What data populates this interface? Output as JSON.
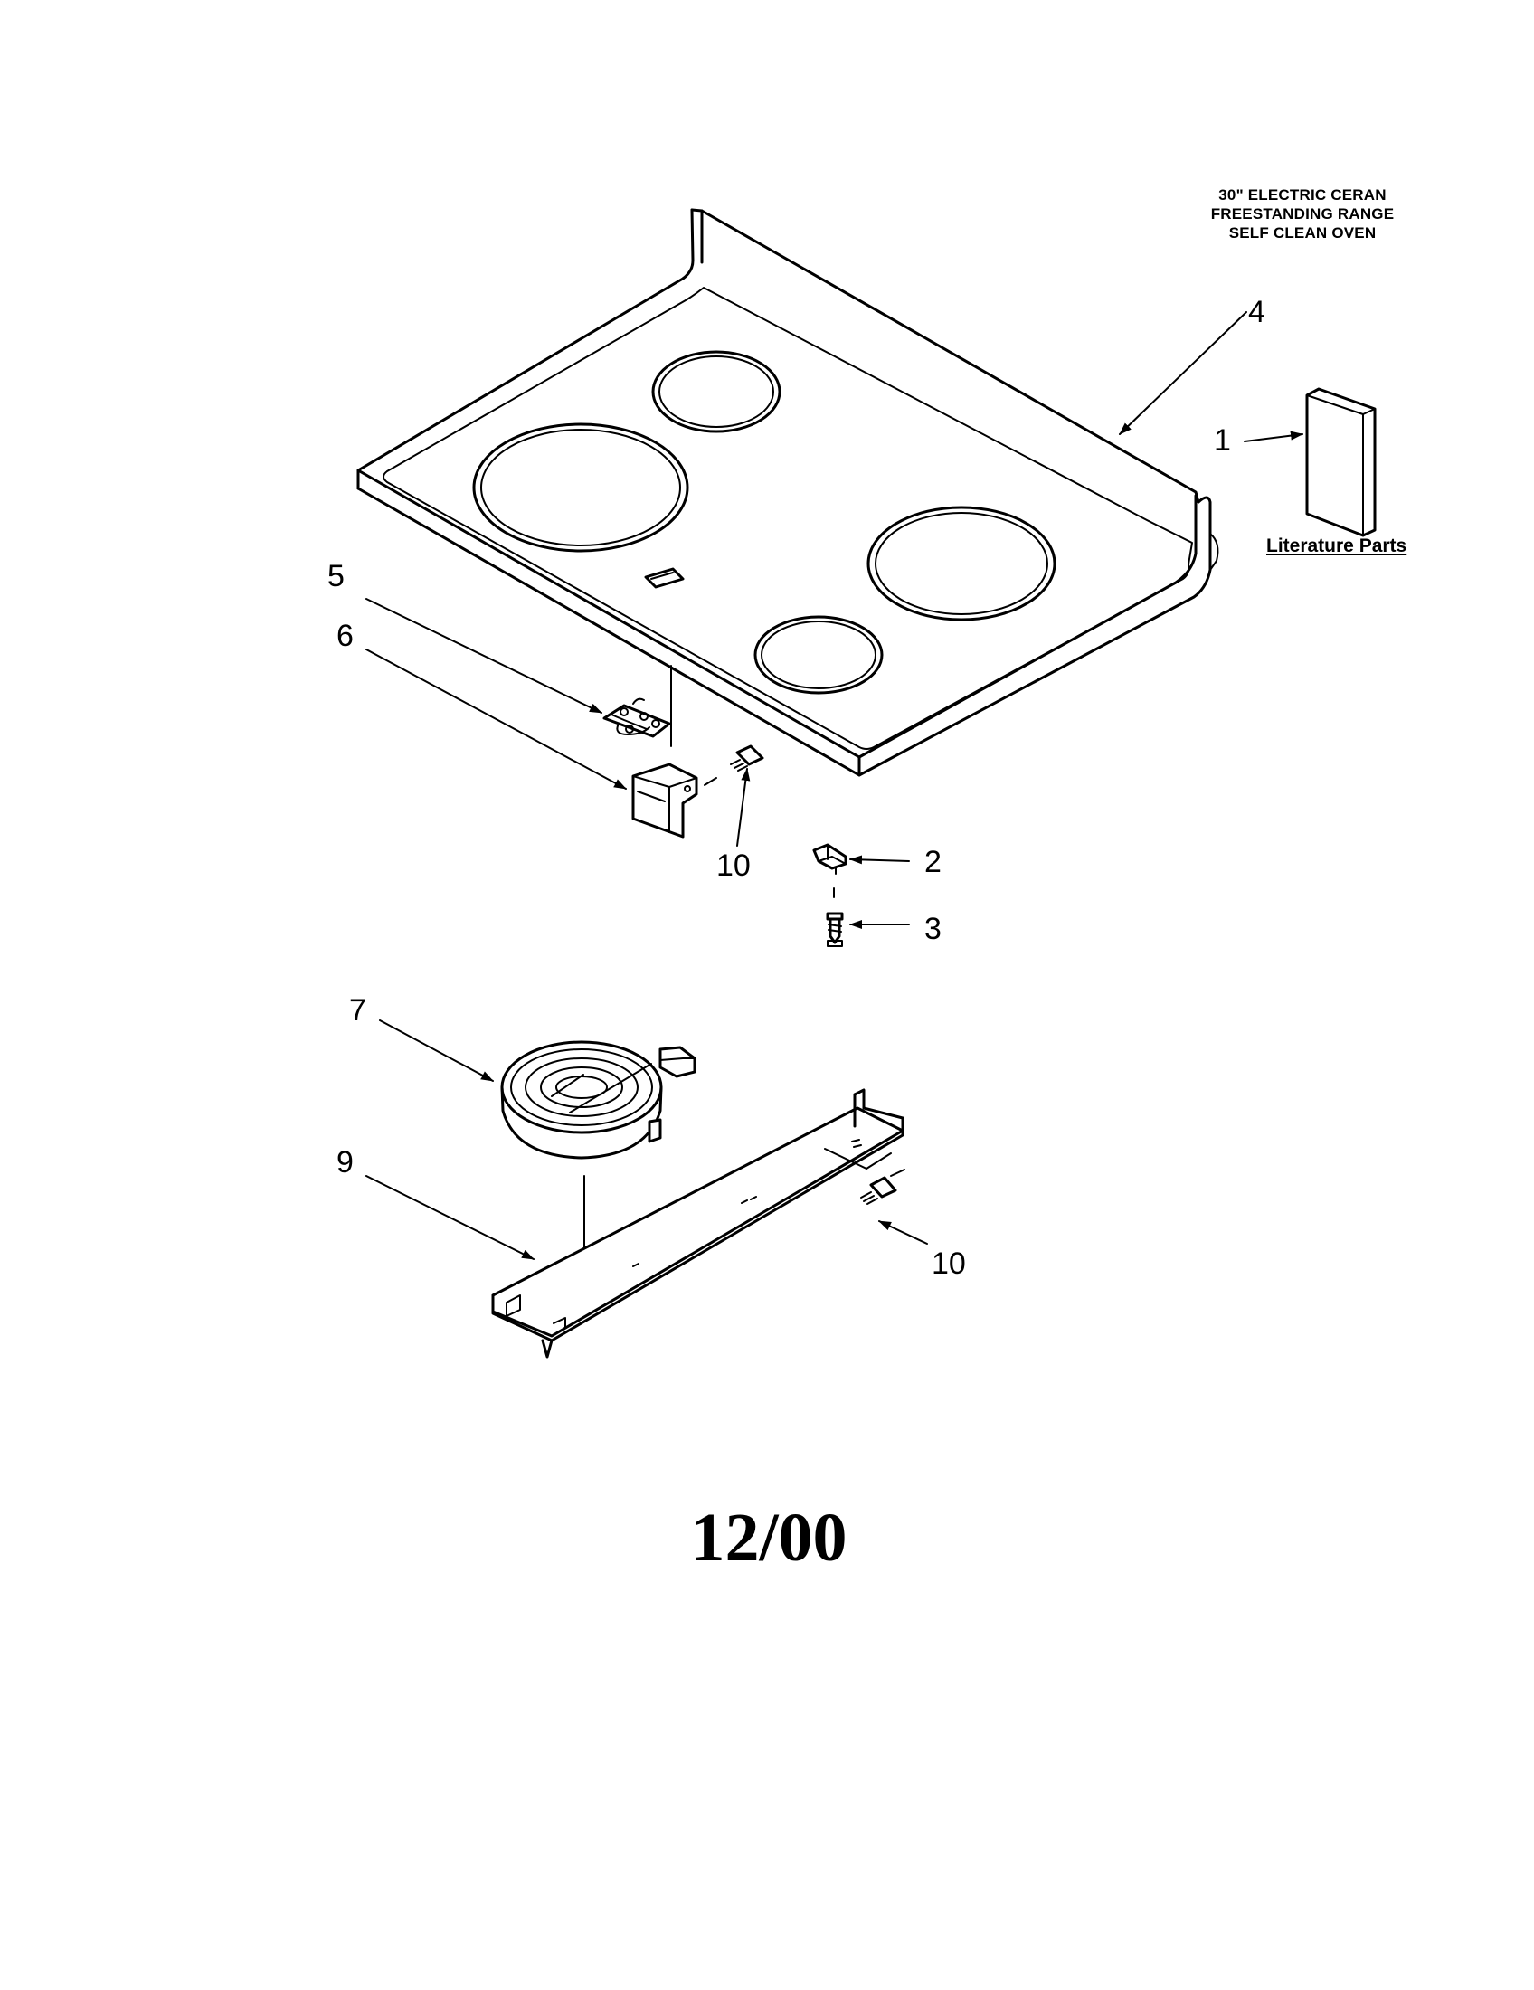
{
  "title_lines": [
    "30\" ELECTRIC CERAN",
    "FREESTANDING RANGE",
    "SELF CLEAN OVEN"
  ],
  "literature_label": "Literature Parts",
  "callouts": {
    "c1": "1",
    "c2": "2",
    "c3": "3",
    "c4": "4",
    "c5": "5",
    "c6": "6",
    "c7": "7",
    "c9": "9",
    "c10a": "10",
    "c10b": "10"
  },
  "date_code": "12/00"
}
